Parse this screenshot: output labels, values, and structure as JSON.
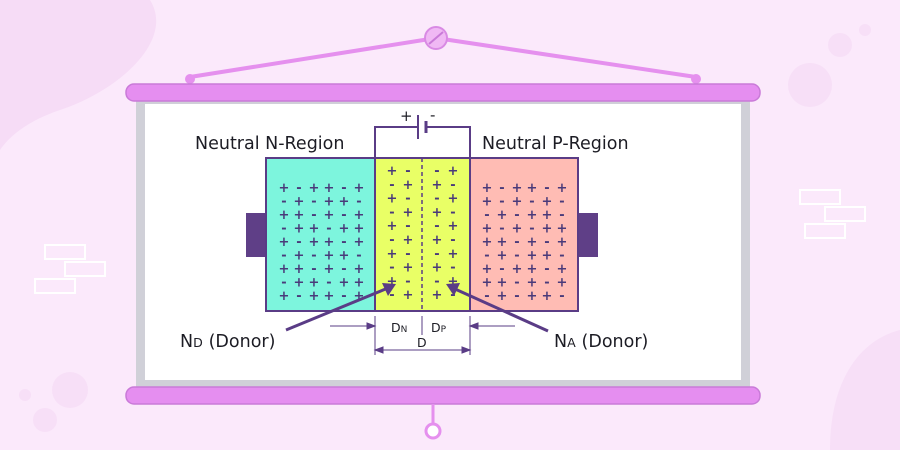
{
  "labels": {
    "n_region": "Neutral N-Region",
    "p_region": "Neutral P-Region",
    "battery_plus": "+",
    "battery_minus": "-",
    "nd_main": "N",
    "nd_sub": "D",
    "nd_rest": " (Donor)",
    "na_main": "N",
    "na_sub": "A",
    "na_rest": " (Donor)",
    "dn_main": "D",
    "dn_sub": "N",
    "dp_main": "D",
    "dp_sub": "P",
    "d_total": "D"
  },
  "charges": {
    "n_region_rows": [
      "+ - + + - +",
      "- + - + + -",
      "+ + - + - +",
      "- + + - + +",
      "+ - + + - +",
      "- + - + + -",
      "+ + - + - +",
      "- + + - + +",
      "+ - + + - +"
    ],
    "depletion_left_rows": [
      "+ -",
      "- +",
      "+ -",
      "- +",
      "+ -",
      "- +",
      "+ -",
      "- +",
      "+ -",
      "- +"
    ],
    "depletion_right_rows": [
      "- +",
      "+ -",
      "- +",
      "+ -",
      "- +",
      "+ -",
      "- +",
      "+ -",
      "- +",
      "+ -"
    ],
    "p_region_rows": [
      "+ - + + - +",
      "+ - + - + -",
      "- + - + + -",
      "+ - + - + +",
      "+ + - + - +",
      "- + - + + -",
      "+ - + + - +",
      "+ + - + - +",
      "- + - + + -"
    ]
  },
  "colors": {
    "background": "#fbe9fb",
    "screen_frame": "#d0d0d8",
    "rail": "#e58ef0",
    "rail_edge": "#c97ad8",
    "n_region": "#7df5dd",
    "depletion": "#e9ff66",
    "p_region": "#ffbcb4",
    "outline": "#5a3c86",
    "terminal": "#5f3f87"
  }
}
